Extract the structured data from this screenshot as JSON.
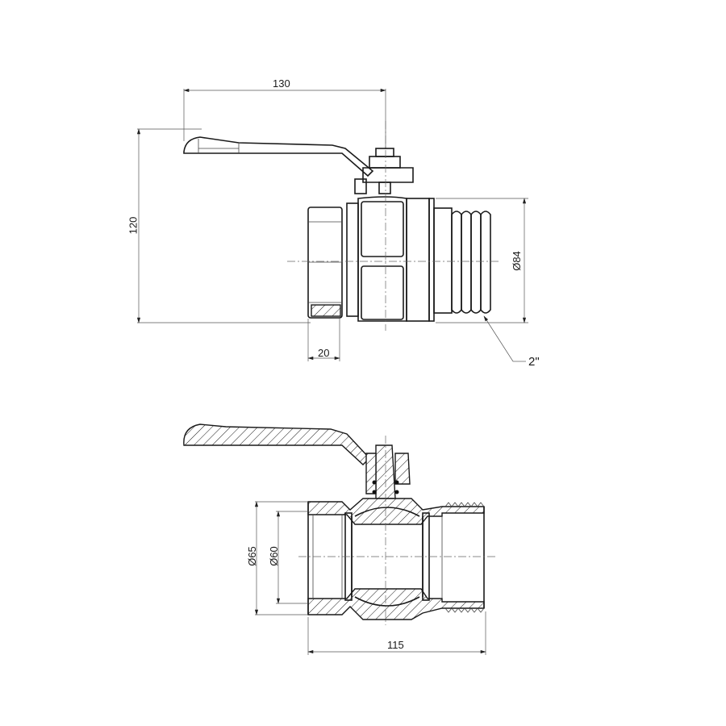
{
  "drawing": {
    "title": "Ball valve technical drawing",
    "views": [
      {
        "name": "front-view",
        "description": "External side elevation with lever handle"
      },
      {
        "name": "section-view",
        "description": "Longitudinal cross-section with hatching"
      }
    ]
  },
  "dimensions": {
    "handle_length": "130",
    "overall_height": "120",
    "thread_outer_diameter": "Ø84",
    "female_thread_depth": "20",
    "thread_size": "2\"",
    "body_outer_diameter": "Ø65",
    "bore_diameter": "Ø60",
    "overall_length": "115"
  },
  "colors": {
    "line": "#1a1a1a",
    "dimension_line": "#555555",
    "background": "#ffffff"
  }
}
